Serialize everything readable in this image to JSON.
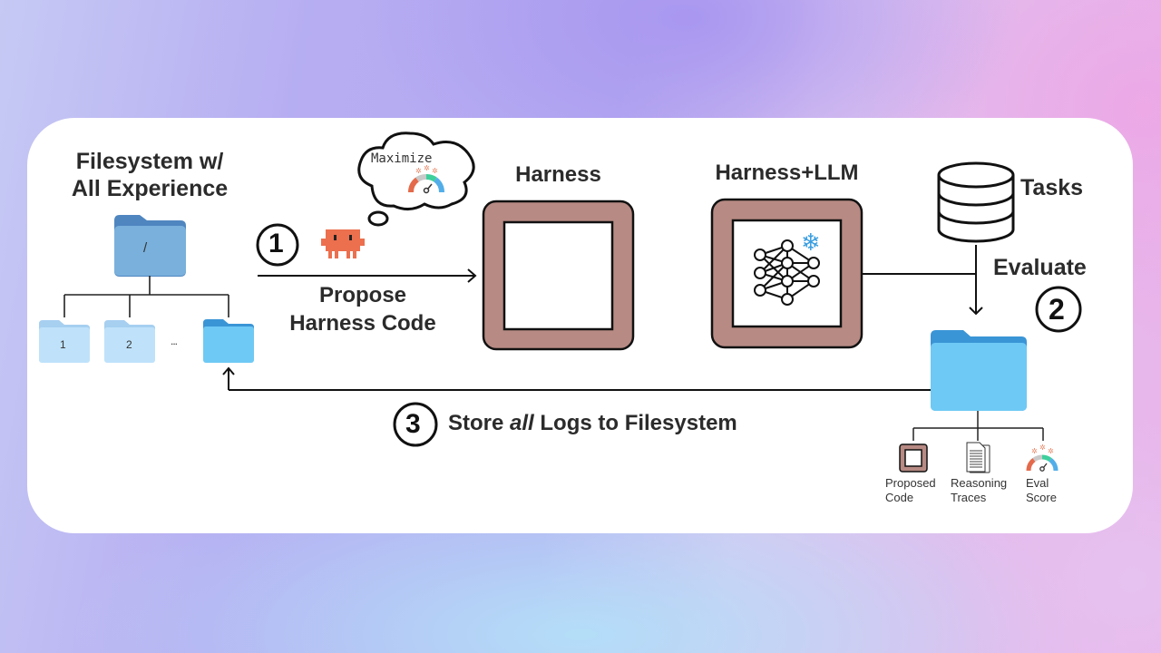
{
  "filesystem": {
    "title_line1": "Filesystem w/",
    "title_line2": "All Experience",
    "root_folder_label": "/",
    "child_folders": [
      "1",
      "2"
    ],
    "ellipsis": "...",
    "colors": {
      "root": "#6fa8d8",
      "child": "#b9dff8",
      "latest": "#6cc8f4"
    }
  },
  "step1": {
    "number": "1",
    "label_line1": "Propose",
    "label_line2": "Harness Code",
    "thought_text": "Maximize",
    "agent_icon": "orange-pixel-robot-icon",
    "agent_color": "#ec6f4e"
  },
  "harness": {
    "title": "Harness",
    "frame_color": "#b78a83"
  },
  "harness_llm": {
    "title": "Harness+LLM",
    "icons": [
      "neural-network-icon",
      "snowflake-icon"
    ]
  },
  "tasks": {
    "label": "Tasks",
    "icon": "database-icon"
  },
  "step2": {
    "number": "2",
    "label": "Evaluate"
  },
  "logs_folder": {
    "items": [
      {
        "icon": "proposed-code-icon",
        "line1": "Proposed",
        "line2": "Code"
      },
      {
        "icon": "document-icon",
        "line1": "Reasoning",
        "line2": "Traces"
      },
      {
        "icon": "gauge-icon",
        "line1": "Eval",
        "line2": "Score"
      }
    ]
  },
  "step3": {
    "number": "3",
    "label_prefix": "Store ",
    "label_emphasis": "all",
    "label_suffix": " Logs to Filesystem"
  }
}
